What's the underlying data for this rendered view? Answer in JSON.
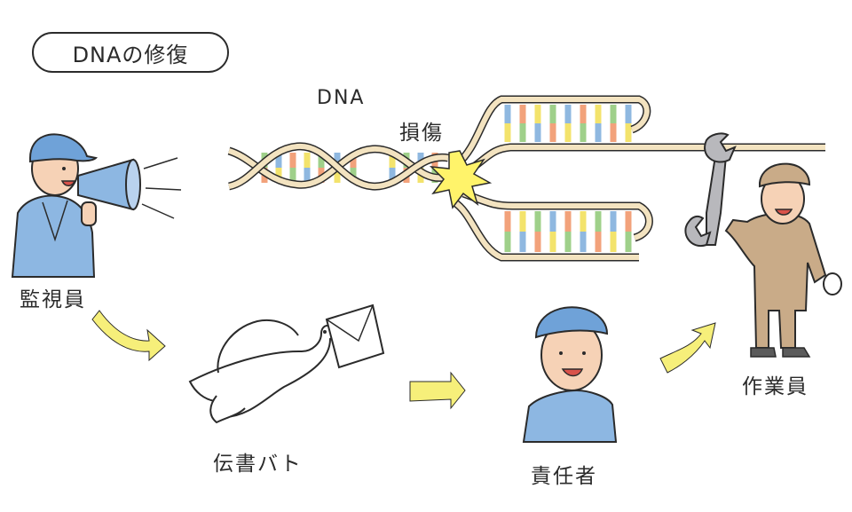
{
  "title": "DNAの修復",
  "labels": {
    "dna": "DNA",
    "damage": "損傷",
    "monitor": "監視員",
    "pigeon": "伝書バト",
    "manager": "責任者",
    "worker": "作業員"
  },
  "colors": {
    "outline": "#2b2b2b",
    "strand": "#f3e3c0",
    "base_green": "#9fd08a",
    "base_blue": "#8fb8e0",
    "base_orange": "#f2a27b",
    "base_yellow": "#f3e36c",
    "damage_burst": "#fff36a",
    "arrow": "#f6ef7a",
    "cap_blue": "#6fa2d8",
    "shirt_blue": "#8db7e2",
    "worker_uniform": "#c9ab88",
    "skin": "#f6d2b6"
  },
  "icons": [
    "megaphone-icon",
    "envelope-icon",
    "wrench-icon"
  ]
}
